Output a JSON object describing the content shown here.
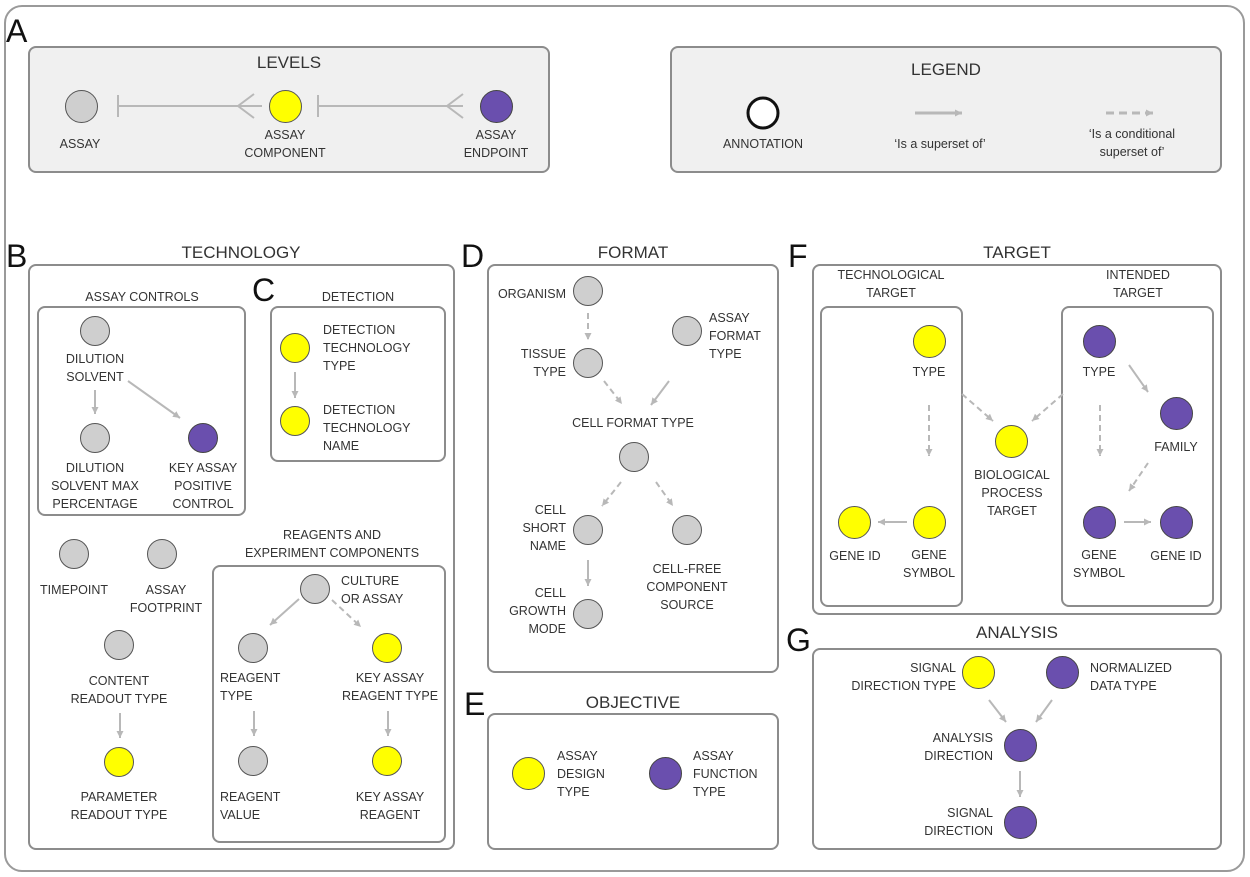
{
  "panels": {
    "a": "A",
    "b": "B",
    "c": "C",
    "d": "D",
    "e": "E",
    "f": "F",
    "g": "G"
  },
  "levels": {
    "title": "LEVELS",
    "assay": "ASSAY",
    "component": "ASSAY\nCOMPONENT",
    "endpoint": "ASSAY\nENDPOINT"
  },
  "legend": {
    "title": "LEGEND",
    "annotation": "ANNOTATION",
    "superset": "‘Is a superset of’",
    "conditional": "‘Is a conditional\nsuperset of’"
  },
  "technology": {
    "title": "TECHNOLOGY",
    "controls_title": "ASSAY CONTROLS",
    "dilution_solvent": "DILUTION\nSOLVENT",
    "dilution_solvent_max": "DILUTION\nSOLVENT MAX\nPERCENTAGE",
    "key_positive_control": "KEY ASSAY\nPOSITIVE\nCONTROL",
    "timepoint": "TIMEPOINT",
    "footprint": "ASSAY\nFOOTPRINT",
    "content_readout": "CONTENT\nREADOUT TYPE",
    "parameter_readout": "PARAMETER\nREADOUT TYPE",
    "reagents_title": "REAGENTS AND\nEXPERIMENT COMPONENTS",
    "culture_or_assay": "CULTURE\nOR ASSAY",
    "reagent_type": "REAGENT\nTYPE",
    "key_reagent_type": "KEY ASSAY\nREAGENT TYPE",
    "reagent_value": "REAGENT\nVALUE",
    "key_reagent": "KEY ASSAY\nREAGENT"
  },
  "detection": {
    "title": "DETECTION",
    "tech_type": "DETECTION\nTECHNOLOGY\nTYPE",
    "tech_name": "DETECTION\nTECHNOLOGY\nNAME"
  },
  "format": {
    "title": "FORMAT",
    "organism": "ORGANISM",
    "assay_format_type": "ASSAY\nFORMAT\nTYPE",
    "tissue_type": "TISSUE\nTYPE",
    "cell_format_type": "CELL FORMAT TYPE",
    "cell_short_name": "CELL\nSHORT\nNAME",
    "cell_free": "CELL-FREE\nCOMPONENT\nSOURCE",
    "cell_growth_mode": "CELL\nGROWTH\nMODE"
  },
  "objective": {
    "title": "OBJECTIVE",
    "design_type": "ASSAY\nDESIGN\nTYPE",
    "function_type": "ASSAY\nFUNCTION\nTYPE"
  },
  "target": {
    "title": "TARGET",
    "tech_target": "TECHNOLOGICAL\nTARGET",
    "intended_target": "INTENDED\nTARGET",
    "tech_type": "TYPE",
    "tech_gene_symbol": "GENE\nSYMBOL",
    "tech_gene_id": "GENE ID",
    "bio_process": "BIOLOGICAL\nPROCESS\nTARGET",
    "int_type": "TYPE",
    "int_family": "FAMILY",
    "int_gene_symbol": "GENE\nSYMBOL",
    "int_gene_id": "GENE ID"
  },
  "analysis": {
    "title": "ANALYSIS",
    "signal_dir_type": "SIGNAL\nDIRECTION TYPE",
    "normalized": "NORMALIZED\nDATA TYPE",
    "analysis_dir": "ANALYSIS\nDIRECTION",
    "signal_dir": "SIGNAL\nDIRECTION"
  },
  "colors": {
    "assay": "#cfcfcf",
    "component": "#ffff00",
    "endpoint": "#6a4fae",
    "arrow": "#b8b8b8",
    "border": "#8c8c8c"
  }
}
